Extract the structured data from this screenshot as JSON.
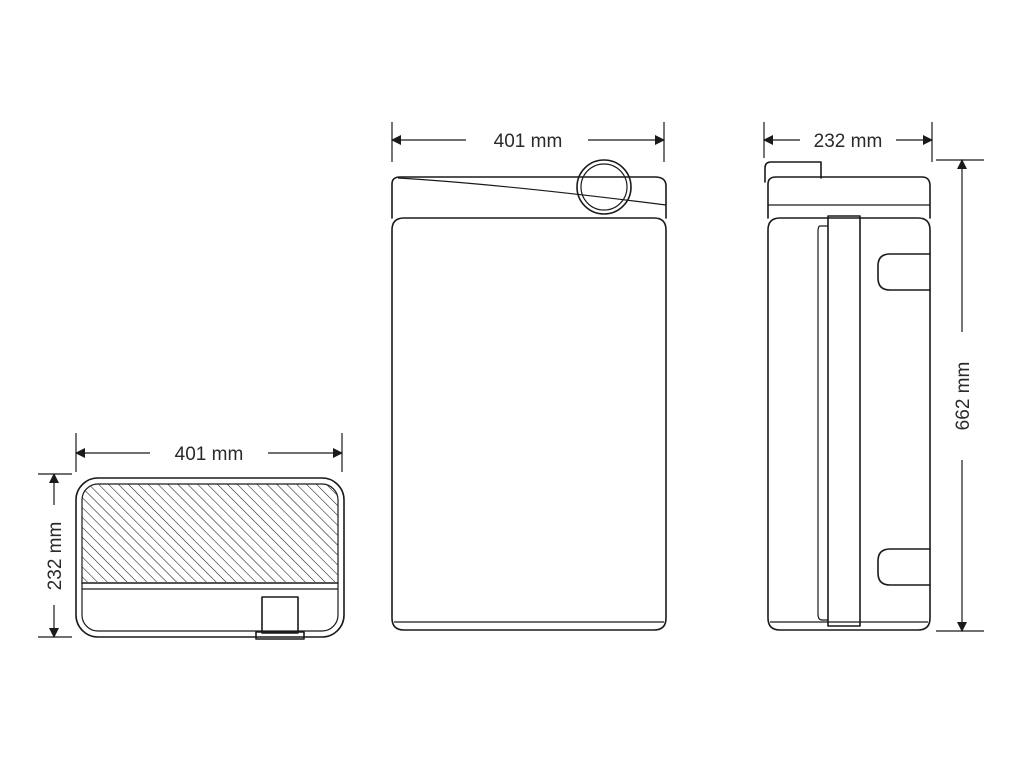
{
  "dimensions": {
    "top_width": "401 mm",
    "top_depth": "232 mm",
    "front_width": "401 mm",
    "side_depth": "232 mm",
    "side_height": "662 mm"
  }
}
